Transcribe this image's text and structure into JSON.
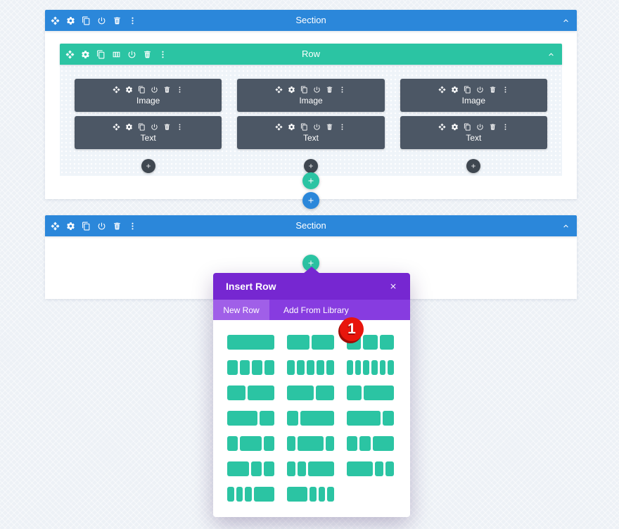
{
  "colors": {
    "page_bg": "#edf1f6",
    "section_blue": "#2b87da",
    "row_teal": "#2bc4a3",
    "module_dark": "#4c5765",
    "add_column_dark": "#3f4750",
    "modal_header_purple": "#7627d1",
    "modal_tabbar_purple": "#873ce0",
    "modal_active_tab_purple": "#a05fe8",
    "thumbnail_teal": "#2bc4a3",
    "badge_red": "#e8150c"
  },
  "section1": {
    "label": "Section",
    "toolbar_icons": [
      "move",
      "gear",
      "duplicate",
      "power",
      "trash",
      "dots"
    ],
    "collapse_icon": "chevron-up"
  },
  "row": {
    "label": "Row",
    "toolbar_icons": [
      "move",
      "gear",
      "duplicate",
      "columns",
      "power",
      "trash",
      "dots"
    ],
    "collapse_icon": "chevron-up",
    "module_toolbar_icons": [
      "move",
      "gear",
      "duplicate",
      "power",
      "trash",
      "dots"
    ],
    "columns": [
      {
        "modules": [
          {
            "label": "Image"
          },
          {
            "label": "Text"
          }
        ],
        "add_button_icon": "plus"
      },
      {
        "modules": [
          {
            "label": "Image"
          },
          {
            "label": "Text"
          }
        ],
        "add_button_icon": "plus"
      },
      {
        "modules": [
          {
            "label": "Image"
          },
          {
            "label": "Text"
          }
        ],
        "add_button_icon": "plus"
      }
    ]
  },
  "add_row_button": {
    "icon": "plus"
  },
  "add_section_button": {
    "icon": "plus"
  },
  "section2": {
    "label": "Section",
    "toolbar_icons": [
      "move",
      "gear",
      "duplicate",
      "power",
      "trash",
      "dots"
    ],
    "collapse_icon": "chevron-up",
    "insert_row_trigger_icon": "plus"
  },
  "modal": {
    "title": "Insert Row",
    "close_icon": "close",
    "tabs": [
      {
        "label": "New Row",
        "active": true
      },
      {
        "label": "Add From Library",
        "active": false
      }
    ],
    "layout_rows": [
      [
        {
          "name": "1",
          "weights": [
            1
          ]
        },
        {
          "name": "1/2 1/2",
          "weights": [
            1,
            1
          ]
        },
        {
          "name": "1/3 1/3 1/3",
          "weights": [
            1,
            1,
            1
          ]
        }
      ],
      [
        {
          "name": "1/4 1/4 1/4 1/4",
          "weights": [
            1,
            1,
            1,
            1
          ]
        },
        {
          "name": "1/5 x5",
          "weights": [
            1,
            1,
            1,
            1,
            1
          ]
        },
        {
          "name": "1/6 x6",
          "weights": [
            1,
            1,
            1,
            1,
            1,
            1
          ]
        }
      ],
      [
        {
          "name": "2/5 3/5",
          "weights": [
            2,
            3
          ]
        },
        {
          "name": "3/5 2/5",
          "weights": [
            3,
            2
          ]
        },
        {
          "name": "1/3 2/3",
          "weights": [
            1,
            2
          ]
        }
      ],
      [
        {
          "name": "2/3 1/3",
          "weights": [
            2,
            1
          ]
        },
        {
          "name": "1/4 3/4",
          "weights": [
            1,
            3
          ]
        },
        {
          "name": "3/4 1/4",
          "weights": [
            3,
            1
          ]
        }
      ],
      [
        {
          "name": "1/4 1/2 1/4",
          "weights": [
            1,
            2,
            1
          ]
        },
        {
          "name": "1/5 3/5 1/5",
          "weights": [
            1,
            3,
            1
          ]
        },
        {
          "name": "1/4 1/4 1/2",
          "weights": [
            1,
            1,
            2
          ]
        }
      ],
      [
        {
          "name": "1/2 1/4 1/4",
          "weights": [
            2,
            1,
            1
          ]
        },
        {
          "name": "1/5 1/5 3/5",
          "weights": [
            1,
            1,
            3
          ]
        },
        {
          "name": "3/5 1/5 1/5",
          "weights": [
            3,
            1,
            1
          ]
        }
      ],
      [
        {
          "name": "1/6 1/6 1/6 1/2",
          "weights": [
            1,
            1,
            1,
            3
          ]
        },
        {
          "name": "1/2 1/6 1/6 1/6",
          "weights": [
            3,
            1,
            1,
            1
          ]
        }
      ]
    ]
  },
  "badge": {
    "value": "1"
  }
}
